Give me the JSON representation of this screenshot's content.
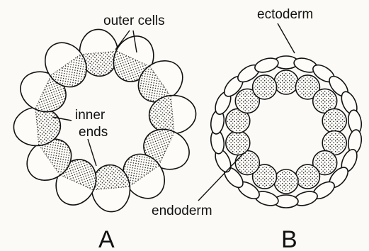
{
  "diagram": {
    "panels": [
      {
        "id": "A",
        "caption": "A",
        "labels": {
          "outer": "outer cells",
          "inner_line1": "inner",
          "inner_line2": "ends"
        }
      },
      {
        "id": "B",
        "caption": "B",
        "labels": {
          "ecto": "ectoderm",
          "endo": "endoderm"
        }
      }
    ],
    "colors": {
      "ink": "#111111",
      "cell_fill": "#fdfcf8",
      "background": "#fbfaf6"
    }
  }
}
